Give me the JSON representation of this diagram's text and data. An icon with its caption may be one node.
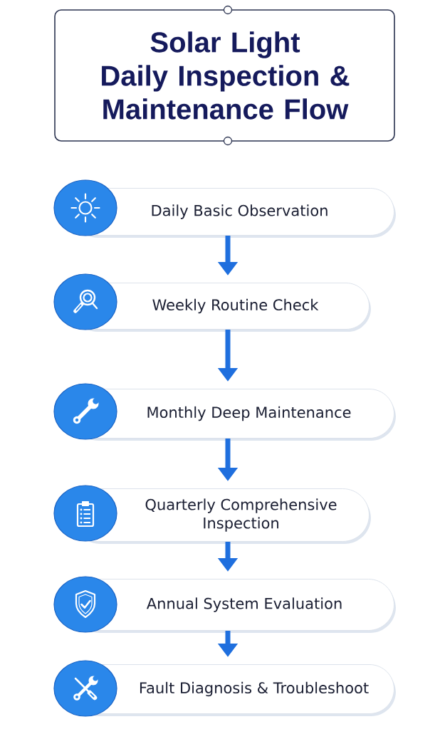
{
  "diagram": {
    "title": "Solar Light Daily Inspection & Maintenance Flow",
    "nodes": [
      {
        "text": [
          "Daily Basic Observation"
        ]
      },
      {
        "text": [
          "Weekly Routine Check"
        ]
      },
      {
        "text": [
          "Monthly Deep Maintenance"
        ]
      },
      {
        "text": [
          "Quarterly Comprehensive Inspection"
        ]
      },
      {
        "text": [
          "Annual System Evaluation"
        ]
      },
      {
        "text": [
          "Fault Diagnosis & Troubleshoot"
        ]
      }
    ],
    "edges": [
      {
        "from": 0,
        "to": 1,
        "arrow": "to"
      },
      {
        "from": 1,
        "to": 2,
        "arrow": "to"
      },
      {
        "from": 2,
        "to": 3,
        "arrow": "to"
      },
      {
        "from": 3,
        "to": 4,
        "arrow": "to"
      },
      {
        "from": 4,
        "to": 5,
        "arrow": "to"
      }
    ]
  }
}
